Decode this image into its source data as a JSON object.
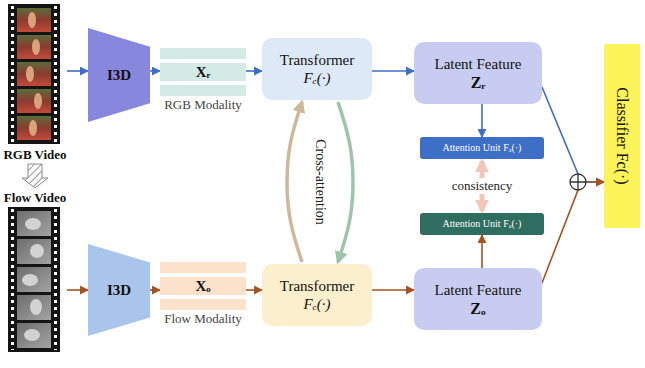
{
  "diagram": {
    "nodes": [
      {
        "text": [
          "RGB Video"
        ]
      },
      {
        "text": [
          "I3D"
        ]
      },
      {
        "text": [
          "Xᵣ",
          "RGB Modality"
        ]
      },
      {
        "text": [
          "Transformer",
          "Fₑ(·)"
        ]
      },
      {
        "text": [
          "Latent Feature",
          "Zᵣ"
        ]
      },
      {
        "text": [
          "Attention Unit Fₐ(·)"
        ]
      },
      {
        "text": [
          "Flow Video"
        ]
      },
      {
        "text": [
          "I3D"
        ]
      },
      {
        "text": [
          "Xₒ",
          "Flow Modality"
        ]
      },
      {
        "text": [
          "Transformer",
          "Fₑ(·)"
        ]
      },
      {
        "text": [
          "Latent Feature",
          "Zₒ"
        ]
      },
      {
        "text": [
          "Attention Unit Fₐ(·)"
        ]
      },
      {
        "text": [
          "Classifier Fc(·)"
        ]
      }
    ],
    "edges": [
      {
        "from": 0,
        "to": 1,
        "arrow": "to"
      },
      {
        "from": 1,
        "to": 2,
        "arrow": "to"
      },
      {
        "from": 2,
        "to": 3,
        "arrow": "to"
      },
      {
        "from": 3,
        "to": 4,
        "arrow": "to"
      },
      {
        "from": 4,
        "to": 5,
        "arrow": "to"
      },
      {
        "from": 5,
        "to": 11,
        "label": "consistency",
        "arrow": "both"
      },
      {
        "from": 6,
        "to": 7,
        "arrow": "to"
      },
      {
        "from": 7,
        "to": 8,
        "arrow": "to"
      },
      {
        "from": 8,
        "to": 9,
        "arrow": "to"
      },
      {
        "from": 9,
        "to": 10,
        "arrow": "to"
      },
      {
        "from": 10,
        "to": 11,
        "arrow": "to"
      },
      {
        "from": 9,
        "to": 3,
        "arrow": "to"
      },
      {
        "from": 3,
        "to": 9,
        "arrow": "to"
      },
      {
        "from": 0,
        "to": 6,
        "arrow": "to"
      },
      {
        "from": 4,
        "to": 12,
        "arrow": "to"
      },
      {
        "from": 10,
        "to": 12,
        "arrow": "to"
      }
    ],
    "labels": [
      "Cross-attention"
    ]
  }
}
